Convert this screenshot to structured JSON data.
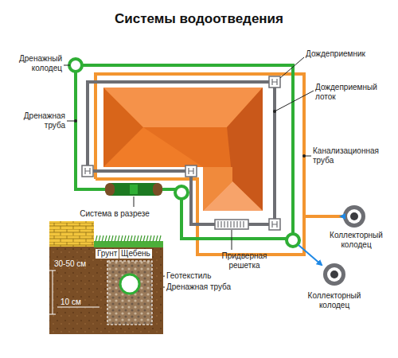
{
  "diagram": {
    "title": "Системы водоотведения",
    "labels": [
      "Дренажный колодец",
      "Дренажная труба",
      "Дождеприемник",
      "Дождеприемный лоток",
      "Канализационная труба",
      "Система в разрезе",
      "Грунт",
      "Щебень",
      "30-50 см",
      "Коллекторный колодец",
      "Геотекстиль",
      "Придверная решетка",
      "Дренажная труба",
      "10 см",
      "Коллекторный колодец"
    ]
  }
}
